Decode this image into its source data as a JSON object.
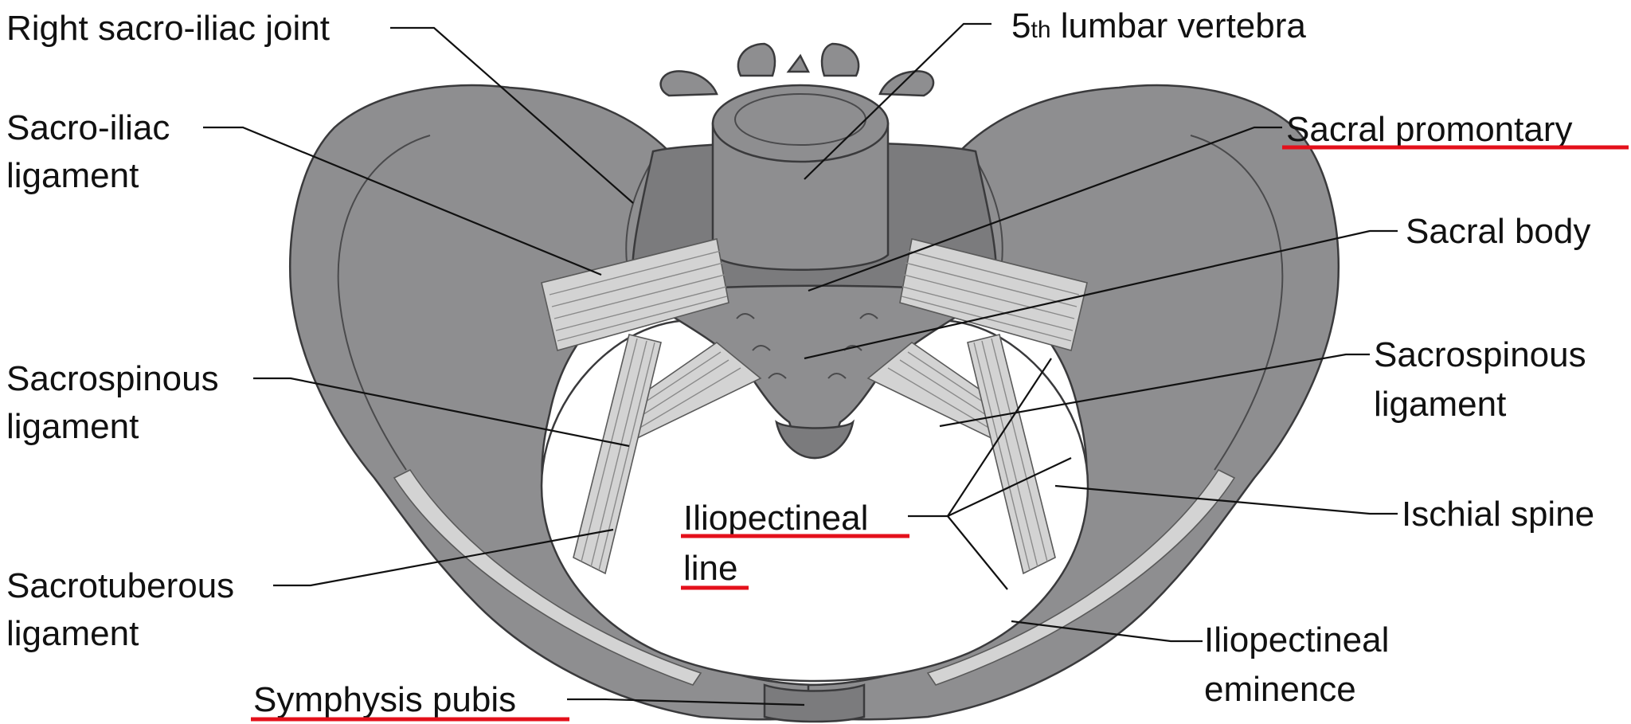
{
  "labels": {
    "right_sacro_iliac_joint": "Right sacro-iliac joint",
    "lumbar_num": "5",
    "lumbar_sup": "th",
    "lumbar_rest": " lumbar vertebra",
    "sacro_iliac_ligament_1": "Sacro-iliac",
    "sacro_iliac_ligament_2": "ligament",
    "sacral_promontary": "Sacral promontary",
    "sacral_body": "Sacral body",
    "sacrospinous_left_1": "Sacrospinous",
    "sacrospinous_left_2": "ligament",
    "sacrospinous_right_1": "Sacrospinous",
    "sacrospinous_right_2": "ligament",
    "iliopectineal_line_1": "Iliopectineal",
    "iliopectineal_line_2": "line",
    "ischial_spine": "Ischial spine",
    "sacrotuberous_1": "Sacrotuberous",
    "sacrotuberous_2": "ligament",
    "iliopectineal_eminence_1": "Iliopectineal",
    "iliopectineal_eminence_2": "eminence",
    "symphysis_pubis": "Symphysis pubis"
  },
  "colors": {
    "bone": "#8e8e90",
    "ligament": "#d3d3d3",
    "highlight_underline": "#e4101b",
    "text": "#111111"
  },
  "highlighted_labels": [
    "Sacral promontary",
    "Iliopectineal line",
    "Symphysis pubis"
  ]
}
